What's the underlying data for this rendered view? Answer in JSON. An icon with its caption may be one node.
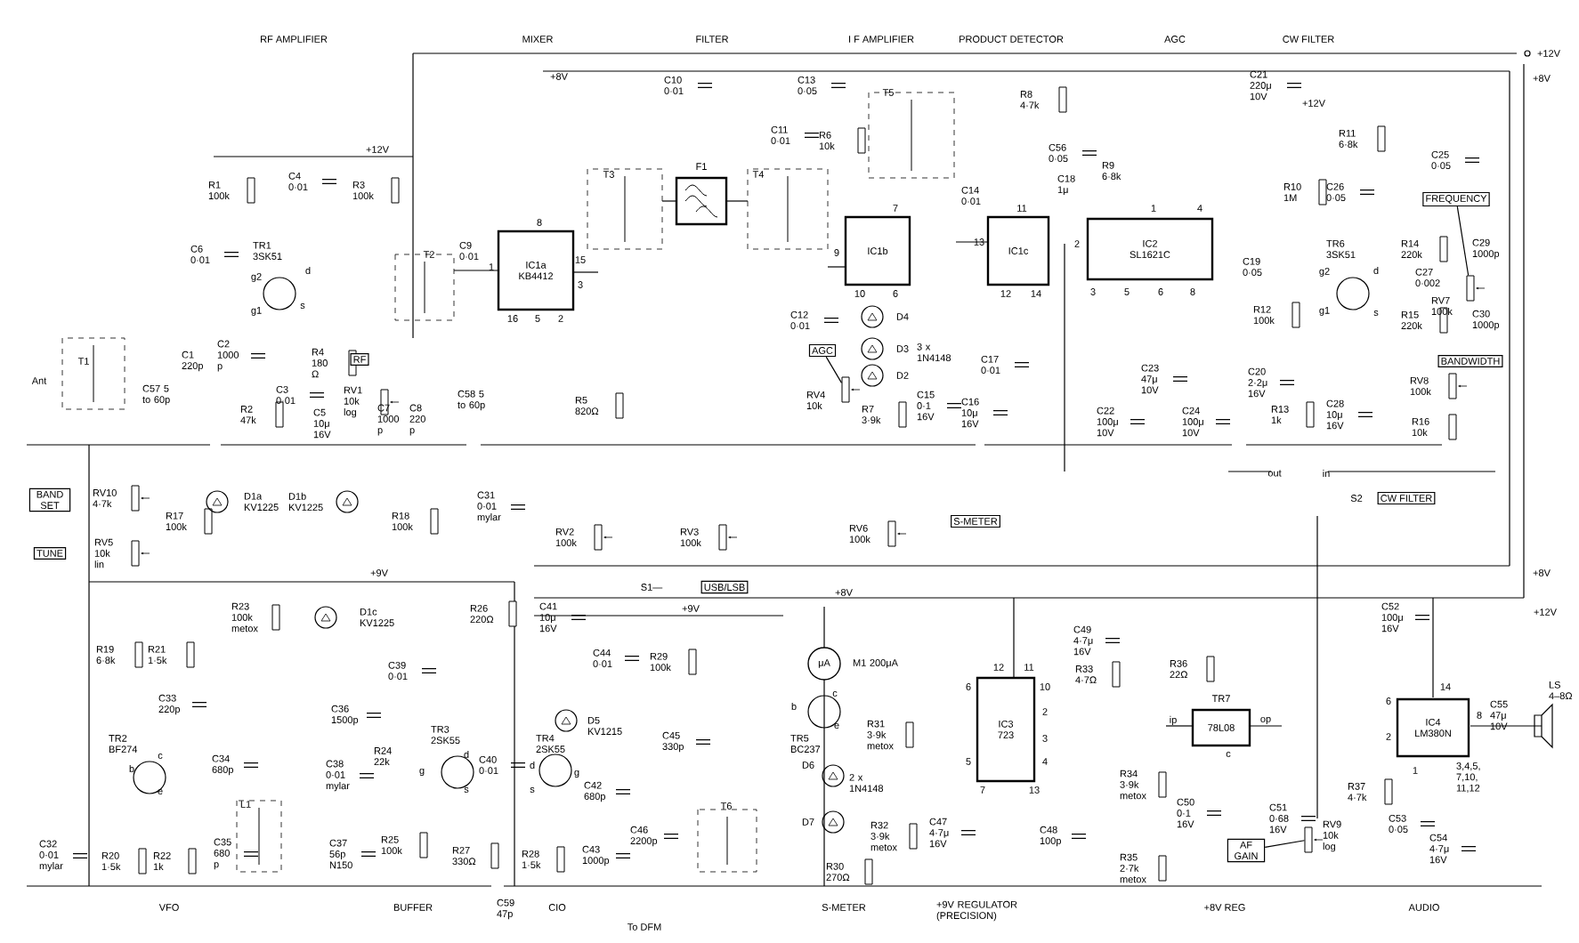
{
  "diagram": {
    "nodes": [
      {
        "text": [
          "IC1a",
          "KB4412"
        ]
      },
      {
        "text": [
          "F1"
        ]
      },
      {
        "text": [
          "IC1b"
        ]
      },
      {
        "text": [
          "IC1c"
        ]
      },
      {
        "text": [
          "IC2",
          "SL1621C"
        ]
      },
      {
        "text": [
          "IC3",
          "723"
        ]
      },
      {
        "text": [
          "TR7",
          "78L08"
        ]
      },
      {
        "text": [
          "IC4",
          "LM380N"
        ]
      },
      {
        "text": [
          "μA"
        ],
        "beside": [
          "M1 200μA"
        ]
      },
      {
        "text": [
          "RF"
        ]
      },
      {
        "text": [
          "AGC"
        ]
      },
      {
        "text": [
          "BAND SET"
        ]
      },
      {
        "text": [
          "TUNE"
        ]
      },
      {
        "text": [
          "USB/LSB"
        ]
      },
      {
        "text": [
          "S-METER"
        ]
      },
      {
        "text": [
          "CW FILTER"
        ],
        "beside": [
          "S2"
        ]
      },
      {
        "text": [
          "FREQUENCY"
        ]
      },
      {
        "text": [
          "BANDWIDTH"
        ]
      },
      {
        "text": [
          "AF GAIN"
        ]
      },
      {
        "text": [],
        "shape": "box",
        "beside": [
          "RV7 100k"
        ]
      },
      {
        "text": [],
        "shape": "box",
        "beside": [
          "RV4 10k"
        ]
      },
      {
        "text": [],
        "shape": "box",
        "beside": [
          "RV9 10k log"
        ]
      }
    ],
    "edges": [
      {
        "from": 16,
        "to": 19,
        "arrow": "none"
      },
      {
        "from": 10,
        "to": 20,
        "arrow": "none"
      },
      {
        "from": 18,
        "to": 21,
        "arrow": "none"
      }
    ],
    "labels": [
      "RF AMPLIFIER",
      "MIXER",
      "FILTER",
      "I F AMPLIFIER",
      "PRODUCT DETECTOR",
      "AGC",
      "CW FILTER",
      "+12V",
      "+8V",
      "+8V",
      "+12V",
      "+12V",
      "R8 4·7k",
      "C21 220μ 10V",
      "C10 0·01",
      "C13 0·05",
      "T5",
      "R11 6·8k",
      "C4 0·01",
      "R1 100k",
      "R3 100k",
      "C11 0·01",
      "R6 10k",
      "C56 0·05",
      "C25 0·05",
      "T3",
      "T4",
      "C18 1μ",
      "R9 6·8k",
      "R10 1M",
      "C26 0·05",
      "C6 0·01",
      "TR1 3SK51",
      "T2",
      "C9 0·01",
      "C14 0·01",
      "R14 220k",
      "C29 1000p",
      "C19 0·05",
      "TR6 3SK51",
      "g2",
      "d",
      "g1",
      "s",
      "g2",
      "d",
      "g1",
      "s",
      "C27 0·002",
      "R12 100k",
      "R15 220k",
      "C30 1000p",
      "1",
      "8",
      "15",
      "3",
      "16",
      "5",
      "2",
      "7",
      "9",
      "10",
      "6",
      "11",
      "13",
      "12",
      "14",
      "1",
      "4",
      "2",
      "3",
      "5",
      "6",
      "8",
      "C12 0·01",
      "D4",
      "D3",
      "D2",
      "3 x 1N4148",
      "T1",
      "C1 220p",
      "C2 1000 p",
      "R4 180 Ω",
      "C57 5 to 60p",
      "Ant",
      "C3 0·01",
      "RV1 10k log",
      "R2 47k",
      "C5 10μ 16V",
      "C7 1000 p",
      "C8 220 p",
      "C58 5 to 60p",
      "R5 820Ω",
      "R7 3·9k",
      "C15 0·1 16V",
      "C16 10μ 16V",
      "C17 0·01",
      "C23 47μ 10V",
      "C20 2·2μ 16V",
      "RV8 100k",
      "R13 1k",
      "C28 10μ 16V",
      "R16 10k",
      "C22 100μ 10V",
      "C24 100μ 10V",
      "out",
      "in",
      "RV10 4·7k",
      "D1a KV1225",
      "D1b KV1225",
      "C31 0·01 mylar",
      "R17 100k",
      "R18 100k",
      "RV2 100k",
      "RV3 100k",
      "RV6 100k",
      "RV5 10k lin",
      "S1—",
      "+9V",
      "C41 10μ 16V",
      "+9V",
      "+8V",
      "C52 100μ 16V",
      "+8V",
      "+12V",
      "R23 100k metox",
      "D1c KV1225",
      "R26 220Ω",
      "C49 4·7μ 16V",
      "R33 4·7Ω",
      "R36 22Ω",
      "C44 0·01",
      "R29 100k",
      "R19 6·8k",
      "R21 1·5k",
      "C39 0·01",
      "12",
      "11",
      "6",
      "10",
      "2",
      "3",
      "5",
      "4",
      "7",
      "13",
      "C33 220p",
      "C36 1500p",
      "D5 KV1215",
      "C45 330p",
      "TR5 BC237",
      "b",
      "c",
      "e",
      "R31 3·9k metox",
      "ip",
      "op",
      "c",
      "14",
      "6",
      "8",
      "2",
      "1",
      "C55 47μ 10V",
      "LS 4–8Ω",
      "TR2 BF274",
      "b",
      "c",
      "e",
      "C34 680p",
      "C38 0·01 mylar",
      "R24 22k",
      "TR3 2SK55",
      "g",
      "d",
      "s",
      "C40 0·01",
      "TR4 2SK55",
      "d",
      "g",
      "s",
      "C42 680p",
      "D6",
      "2 x 1N4148",
      "R34 3·9k metox",
      "R37 4·7k",
      "3,4,5, 7,10, 11,12",
      "L1",
      "T6",
      "D7",
      "C50 0·1 16V",
      "C51 0·68 16V",
      "C53 0·05",
      "C32 0·01 mylar",
      "R20 1·5k",
      "R22 1k",
      "C35 680 p",
      "C37 56p N150",
      "R25 100k",
      "R27 330Ω",
      "R28 1·5k",
      "C43 1000p",
      "C46 2200p",
      "R30 270Ω",
      "R32 3·9k metox",
      "C47 4·7μ 16V",
      "C48 100p",
      "R35 2·7k metox",
      "C54 4·7μ 16V",
      "VFO",
      "BUFFER",
      "C59 47p",
      "CIO",
      "S-METER",
      "+9V REGULATOR (PRECISION)",
      "+8V REG",
      "AUDIO",
      "To DFM"
    ]
  }
}
